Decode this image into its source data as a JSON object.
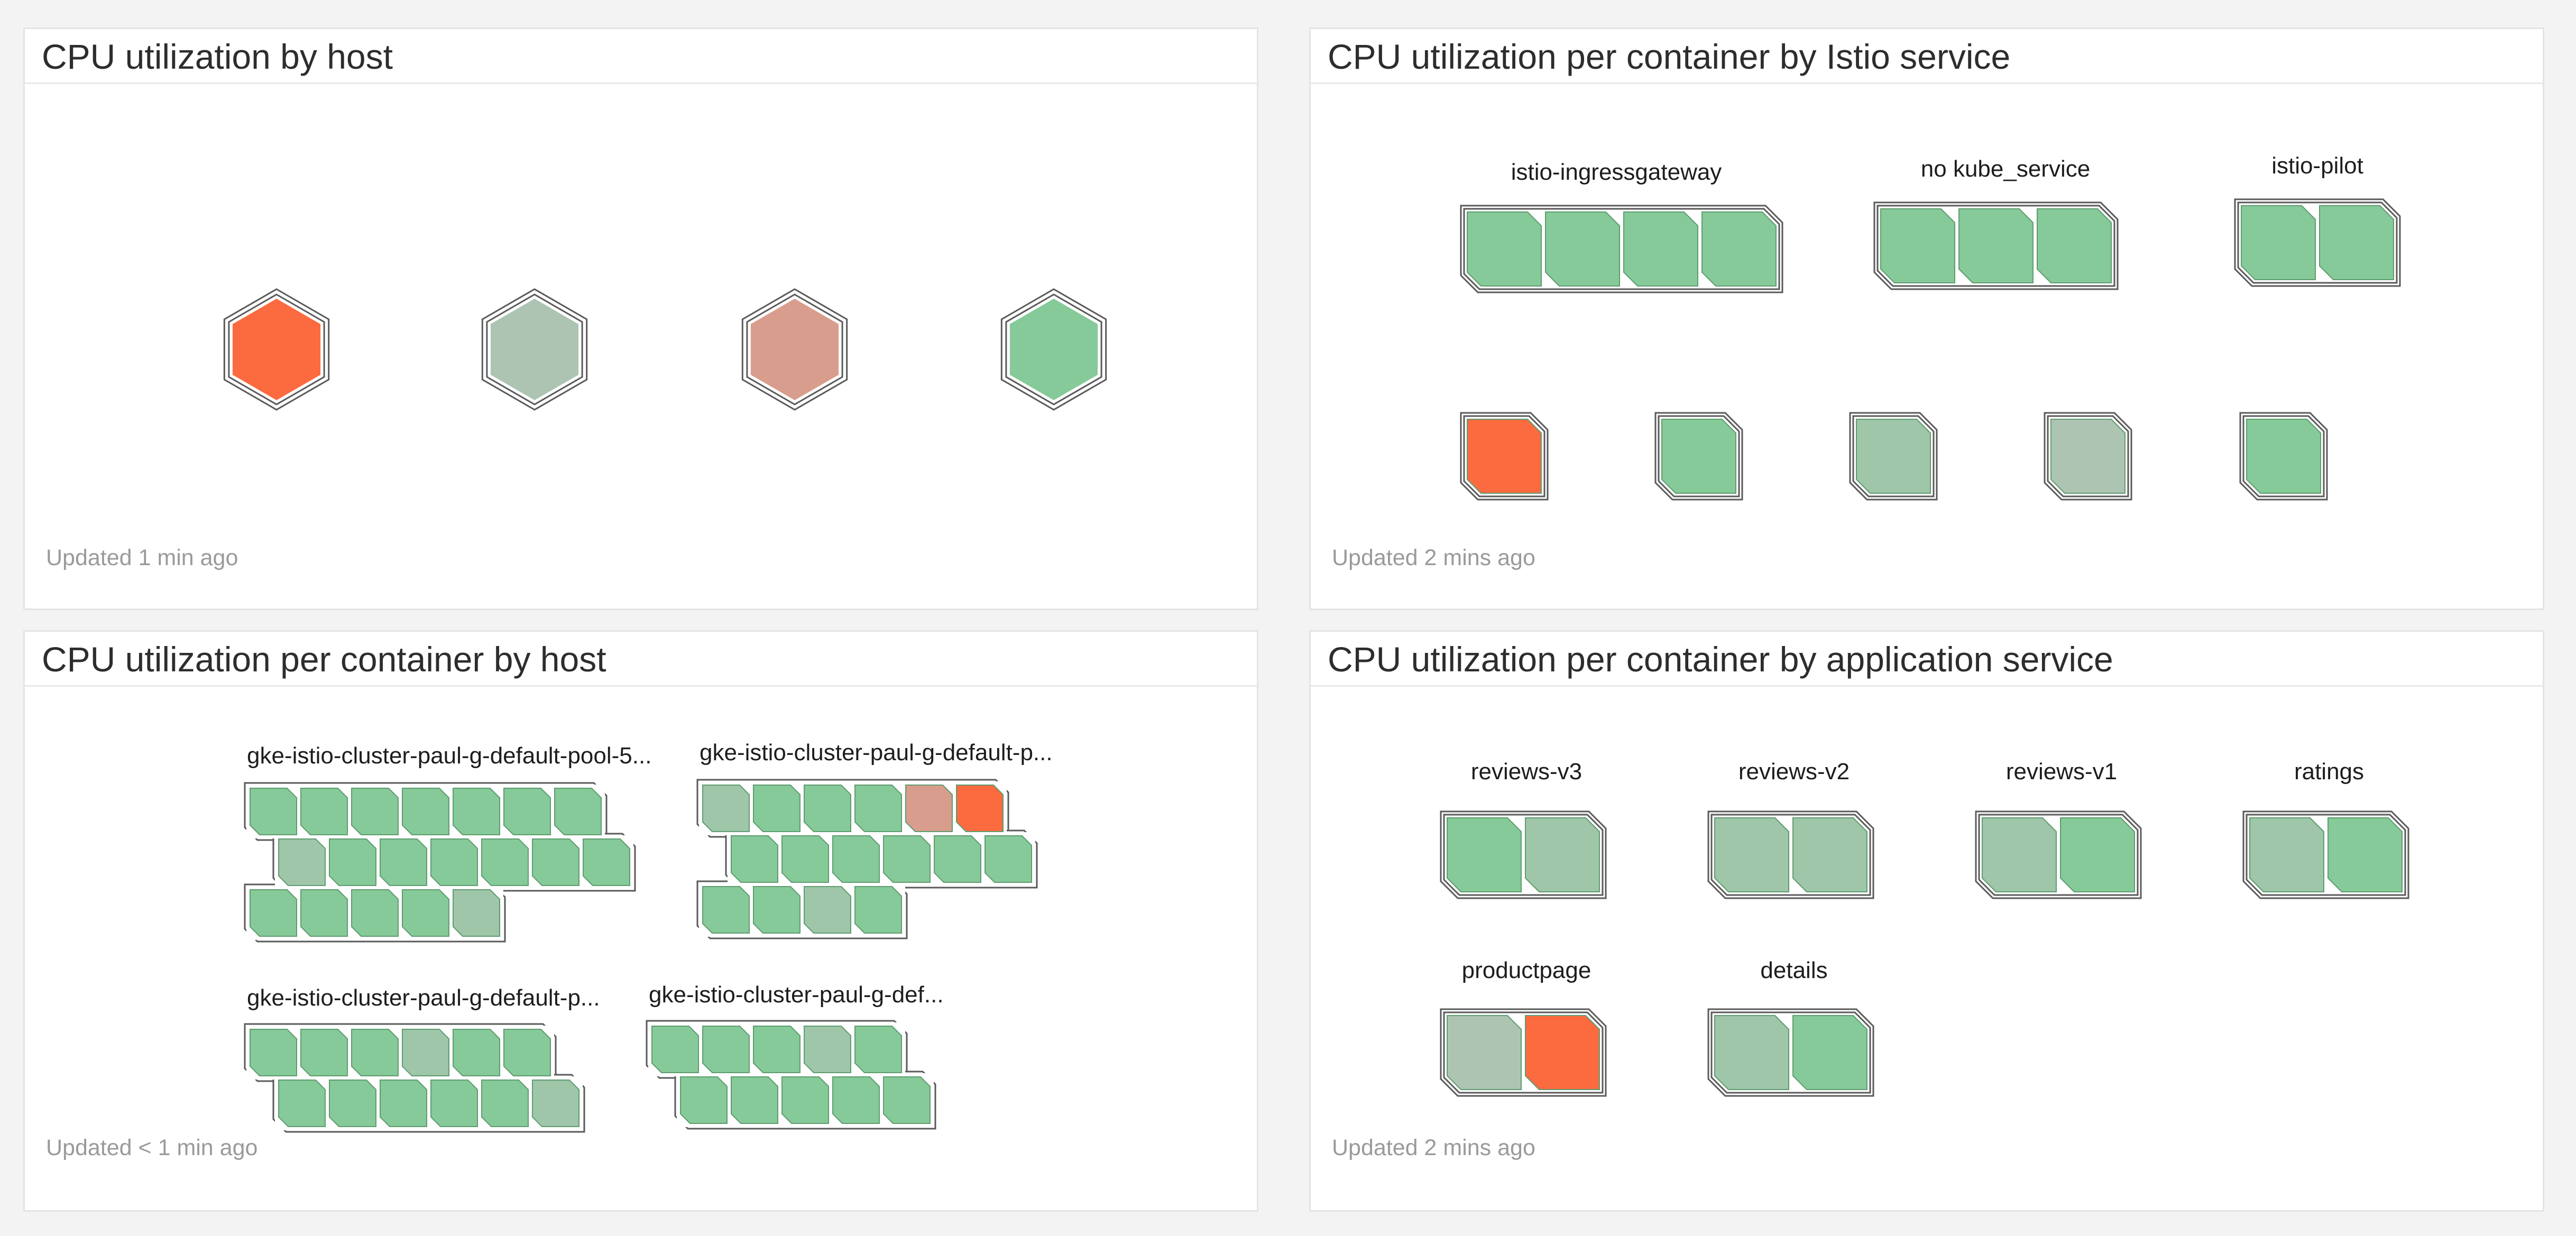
{
  "colors": {
    "good": "#85ca98",
    "ok": "#9fc6a9",
    "neutral": "#adc4b3",
    "warm": "#d89d8c",
    "hot": "#fc6a3f",
    "outline": "#5a5a5a"
  },
  "widgets": {
    "by_host": {
      "title": "CPU utilization by host",
      "updated": "Updated 1 min ago",
      "hosts": [
        {
          "level": "hot"
        },
        {
          "level": "neutral"
        },
        {
          "level": "warm"
        },
        {
          "level": "good"
        }
      ]
    },
    "istio": {
      "title": "CPU utilization per container by Istio service",
      "updated": "Updated 2 mins ago",
      "groups": [
        {
          "label": "istio-ingressgateway",
          "cells": [
            "good",
            "good",
            "good",
            "good"
          ]
        },
        {
          "label": "no kube_service",
          "cells": [
            "good",
            "good",
            "good"
          ]
        },
        {
          "label": "istio-pilot",
          "cells": [
            "good",
            "good"
          ]
        },
        {
          "label": "",
          "cells": [
            "hot"
          ]
        },
        {
          "label": "",
          "cells": [
            "good"
          ]
        },
        {
          "label": "",
          "cells": [
            "ok"
          ]
        },
        {
          "label": "",
          "cells": [
            "neutral"
          ]
        },
        {
          "label": "",
          "cells": [
            "good"
          ]
        }
      ]
    },
    "container_host": {
      "title": "CPU utilization per container by host",
      "updated": "Updated < 1 min ago",
      "groups": [
        {
          "label": "gke-istio-cluster-paul-g-default-pool-5...",
          "rows": [
            [
              "good",
              "good",
              "good",
              "good",
              "good",
              "good",
              "good"
            ],
            [
              "ok",
              "good",
              "good",
              "good",
              "good",
              "good",
              "good"
            ],
            [
              "good",
              "good",
              "good",
              "good",
              "ok"
            ]
          ]
        },
        {
          "label": "gke-istio-cluster-paul-g-default-p...",
          "rows": [
            [
              "ok",
              "good",
              "good",
              "good",
              "warm",
              "hot"
            ],
            [
              "good",
              "good",
              "good",
              "good",
              "good",
              "good"
            ],
            [
              "good",
              "good",
              "ok",
              "good"
            ]
          ]
        },
        {
          "label": "gke-istio-cluster-paul-g-default-p...",
          "rows": [
            [
              "good",
              "good",
              "good",
              "ok",
              "good",
              "good"
            ],
            [
              "good",
              "good",
              "good",
              "good",
              "good",
              "ok"
            ]
          ]
        },
        {
          "label": "gke-istio-cluster-paul-g-def...",
          "rows": [
            [
              "good",
              "good",
              "good",
              "ok",
              "good"
            ],
            [
              "good",
              "good",
              "good",
              "good",
              "good"
            ]
          ]
        }
      ]
    },
    "app_service": {
      "title": "CPU utilization per container by application service",
      "updated": "Updated 2 mins ago",
      "groups": [
        {
          "label": "reviews-v3",
          "cells": [
            "good",
            "ok"
          ]
        },
        {
          "label": "reviews-v2",
          "cells": [
            "ok",
            "ok"
          ]
        },
        {
          "label": "reviews-v1",
          "cells": [
            "ok",
            "good"
          ]
        },
        {
          "label": "ratings",
          "cells": [
            "ok",
            "good"
          ]
        },
        {
          "label": "productpage",
          "cells": [
            "neutral",
            "hot"
          ]
        },
        {
          "label": "details",
          "cells": [
            "ok",
            "good"
          ]
        }
      ]
    }
  }
}
